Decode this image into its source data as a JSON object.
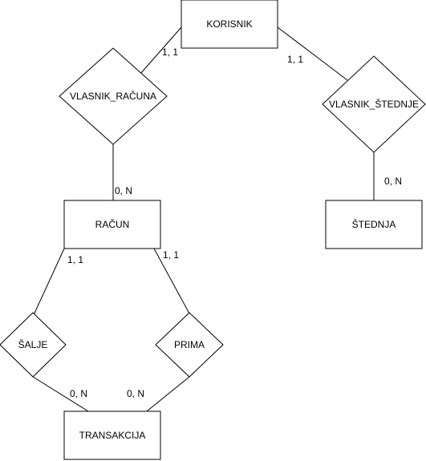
{
  "entities": {
    "korisnik": "KORISNIK",
    "racun": "RAČUN",
    "stednja": "ŠTEDNJA",
    "transakcija": "TRANSAKCIJA"
  },
  "relationships": {
    "vlasnik_racuna": "VLASNIK_RAČUNA",
    "vlasnik_stednje": "VLASNIK_ŠTEDNJE",
    "salje": "ŠALJE",
    "prima": "PRIMA"
  },
  "cardinalities": {
    "korisnik_vlasnik_racuna": "1, 1",
    "korisnik_vlasnik_stednje": "1, 1",
    "vlasnik_racuna_racun": "0, N",
    "vlasnik_stednje_stednja": "0, N",
    "racun_salje": "1, 1",
    "racun_prima": "1, 1",
    "salje_transakcija": "0, N",
    "prima_transakcija": "0, N"
  }
}
